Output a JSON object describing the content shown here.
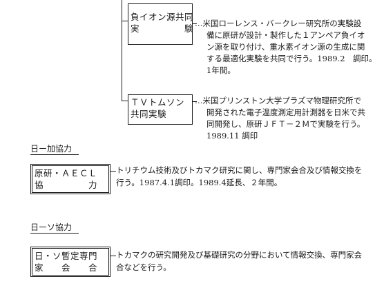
{
  "items": [
    {
      "box_line1": "負イオン源共同",
      "box_line2": "実　　　　　験",
      "desc": [
        "…米国ローレンス・バークレー研究所の実験設",
        "備に原研が設計・製作した１アンペア負イオ",
        "ン源を取り付け、重水素イオン源の生成に関",
        "する最適化実験を共同で行う。1989.2　調印。",
        "1年間。"
      ]
    },
    {
      "box_line1": "ＴＶトムソン",
      "box_line2": "共同実験",
      "desc": [
        "…米国プリンストン大学プラズマ物理研究所で",
        "開発された電子温度測定用計測器を日米で共",
        "同開発し、原研ＪＦＴ－２Ｍで実験を行う。",
        "1989.11 調印"
      ]
    }
  ],
  "sections": [
    {
      "title": "日ー加協力",
      "box_line1": "原研・ＡＥＣＬ",
      "box_line2": "協　　　　　力",
      "desc": [
        "トリチウム技術及びトカマク研究に関し、専門家会合及び情報交換を",
        "行う。1987.4.1調印。1989.4延長、２年間。"
      ]
    },
    {
      "title": "日ーソ協力",
      "box_line1": "日・ソ暫定専門",
      "box_line2": "家　　会　　合",
      "desc": [
        "トカマクの研究開発及び基礎研究の分野において情報交換、専門家会",
        "合などを行う。"
      ]
    }
  ]
}
